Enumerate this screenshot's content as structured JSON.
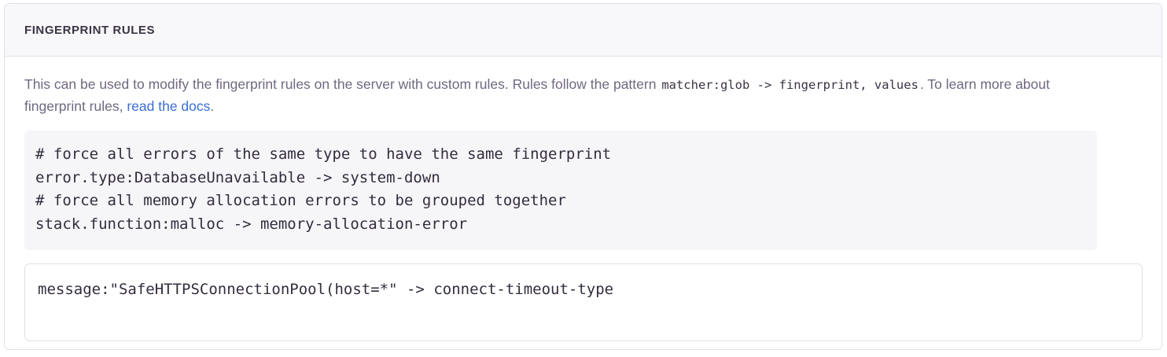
{
  "panel": {
    "title": "FINGERPRINT RULES"
  },
  "description": {
    "text_before_code": "This can be used to modify the fingerprint rules on the server with custom rules. Rules follow the pattern ",
    "inline_code": "matcher:glob -> fingerprint, values",
    "text_after_code": ". To learn more about fingerprint rules, ",
    "link_label": "read the docs",
    "text_end": "."
  },
  "code_example": {
    "lines": [
      "# force all errors of the same type to have the same fingerprint",
      "error.type:DatabaseUnavailable -> system-down",
      "# force all memory allocation errors to be grouped together",
      "stack.function:malloc -> memory-allocation-error"
    ]
  },
  "rules_input": {
    "value": "message:\"SafeHTTPSConnectionPool(host=*\" -> connect-timeout-type",
    "placeholder": ""
  },
  "colors": {
    "panel_border": "#e2e0e9",
    "header_bg": "#f8f8fa",
    "title_text": "#3b3344",
    "body_text": "#6f6880",
    "link": "#3b6fd4",
    "code_bg": "#f6f6f9",
    "code_text": "#332c3d"
  }
}
